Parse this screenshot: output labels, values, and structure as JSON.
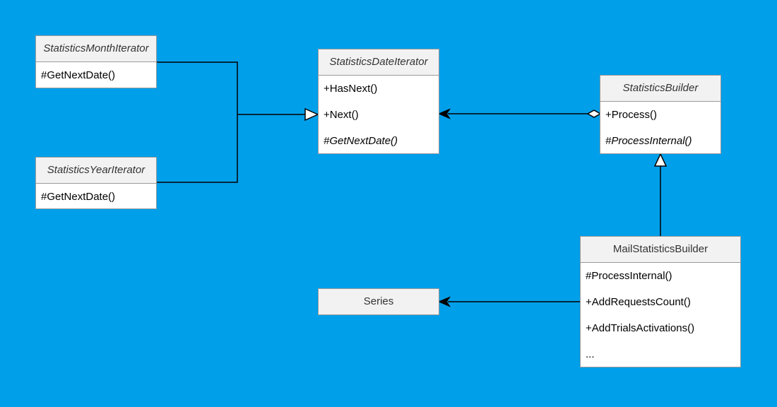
{
  "colors": {
    "background": "#009fea",
    "header": "#f2f2f2",
    "border": "#9a9a9a",
    "line": "#000000"
  },
  "classes": {
    "month_iterator": {
      "name": "StatisticsMonthIterator",
      "methods": [
        "#GetNextDate()"
      ]
    },
    "year_iterator": {
      "name": "StatisticsYearIterator",
      "methods": [
        "#GetNextDate()"
      ]
    },
    "date_iterator": {
      "name": "StatisticsDateIterator",
      "methods": [
        "+HasNext()",
        "+Next()",
        "#GetNextDate()"
      ]
    },
    "builder": {
      "name": "StatisticsBuilder",
      "methods": [
        "+Process()",
        "#ProcessInternal()"
      ]
    },
    "mail_builder": {
      "name": "MailStatisticsBuilder",
      "methods": [
        "#ProcessInternal()",
        "+AddRequestsCount()",
        "+AddTrialsActivations()",
        "..."
      ]
    },
    "series": {
      "name": "Series"
    }
  }
}
